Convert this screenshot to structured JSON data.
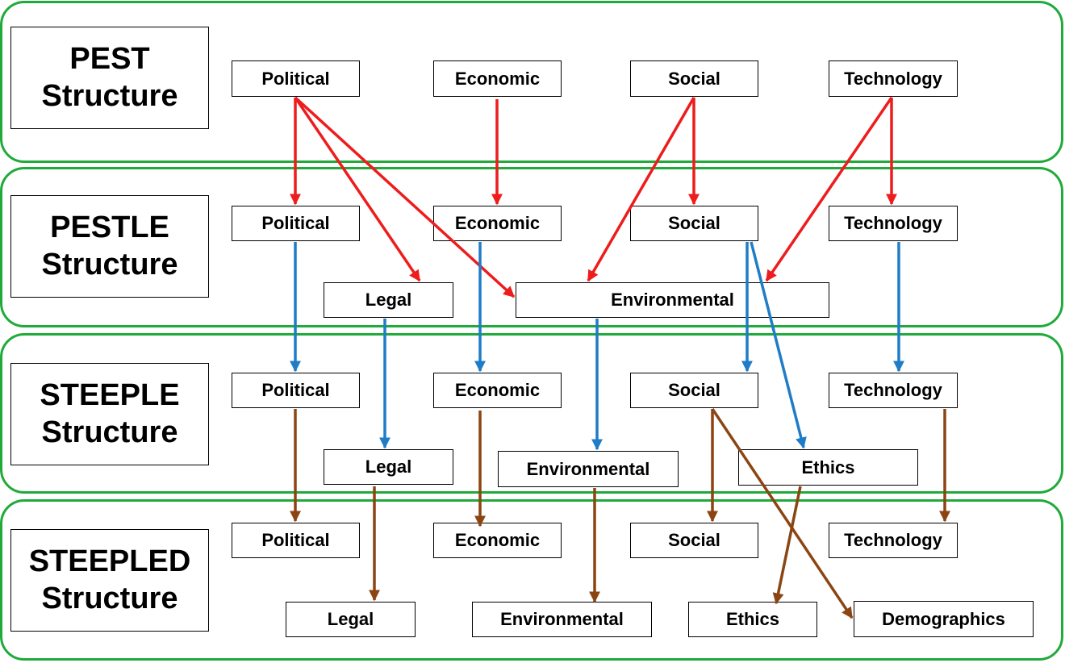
{
  "colors": {
    "band_border": "#1faa3a",
    "pest_to_pestle": "#ee1c1c",
    "pestle_to_steeple": "#1f7cc7",
    "steeple_to_steepled": "#8b4513"
  },
  "structures": [
    {
      "line1": "PEST",
      "line2": "Structure"
    },
    {
      "line1": "PESTLE",
      "line2": "Structure"
    },
    {
      "line1": "STEEPLE",
      "line2": "Structure"
    },
    {
      "line1": "STEEPLED",
      "line2": "Structure"
    }
  ],
  "pest": {
    "political": "Political",
    "economic": "Economic",
    "social": "Social",
    "technology": "Technology"
  },
  "pestle": {
    "political": "Political",
    "economic": "Economic",
    "social": "Social",
    "technology": "Technology",
    "legal": "Legal",
    "environmental": "Environmental"
  },
  "steeple": {
    "political": "Political",
    "economic": "Economic",
    "social": "Social",
    "technology": "Technology",
    "legal": "Legal",
    "environmental": "Environmental",
    "ethics": "Ethics"
  },
  "steepled": {
    "political": "Political",
    "economic": "Economic",
    "social": "Social",
    "technology": "Technology",
    "legal": "Legal",
    "environmental": "Environmental",
    "ethics": "Ethics",
    "demographics": "Demographics"
  }
}
